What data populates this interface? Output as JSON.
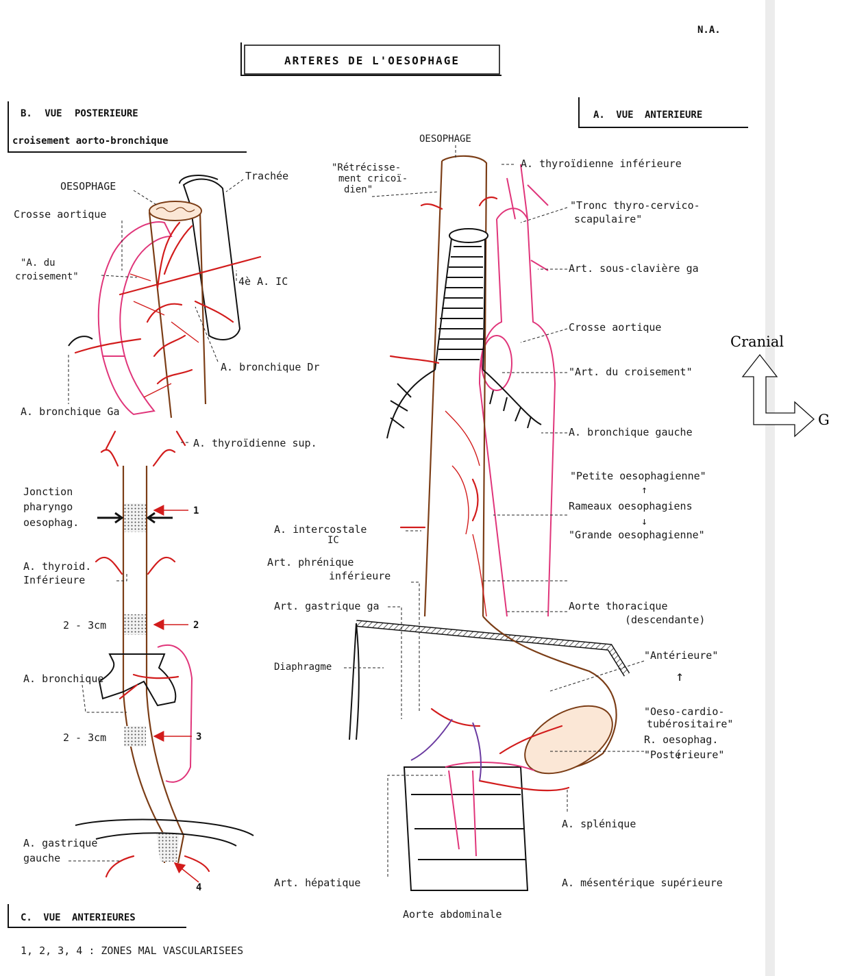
{
  "header": {
    "author": "N.A.",
    "title": "ARTERES DE L'OESOPHAGE"
  },
  "panel_b": {
    "heading": "B. VUE POSTERIEURE",
    "subheading": "croisement aorto-bronchique",
    "labels": {
      "oesophage": "OESOPHAGE",
      "trachee": "Trachée",
      "crosse": "Crosse aortique",
      "croisement_1": "\"A. du",
      "croisement_2": "croisement\"",
      "ic": "4è A. IC",
      "bronch_dr": "A. bronchique Dr",
      "bronch_ga": "A. bronchique Ga"
    }
  },
  "panel_a": {
    "heading": "A. VUE ANTERIEURE",
    "labels": {
      "oesophage": "OESOPHAGE",
      "retrec_1": "\"Rétrécisse-",
      "retrec_2": "ment cricoï-",
      "retrec_3": "dien\"",
      "thyr_inf": "A. thyroïdienne inférieure",
      "tronc_1": "\"Tronc thyro-cervico-",
      "tronc_2": "scapulaire\"",
      "sous_clav": "Art. sous-clavière ga",
      "crosse": "Crosse aortique",
      "croisement": "\"Art. du croisement\"",
      "bronch_g": "A. bronchique gauche",
      "petite": "\"Petite oesophagienne\"",
      "rameaux": "Rameaux oesophagiens",
      "grande": "\"Grande oesophagienne\"",
      "intercost_1": "A. intercostale",
      "intercost_2": "IC",
      "phren_1": "Art. phrénique",
      "phren_2": "inférieure",
      "gastr_ga": "Art. gastrique ga",
      "aorte_1": "Aorte thoracique",
      "aorte_2": "(descendante)",
      "diaphragme": "Diaphragme",
      "anterieure": "\"Antérieure\"",
      "oeso_1": "\"Oeso-cardio-",
      "oeso_2": "tubérositaire\"",
      "r_oesoph": "R. oesophag.",
      "posterieure": "\"Postérieure\"",
      "splenique": "A. splénique",
      "hepatique": "Art. hépatique",
      "mesenterique": "A. mésentérique supérieure",
      "abdominale": "Aorte abdominale"
    }
  },
  "panel_c": {
    "heading": "C. VUE ANTERIEURES",
    "legend": "1, 2, 3, 4 :  ZONES MAL VASCULARISEES",
    "labels": {
      "thyr_sup": "A. thyroïdienne sup.",
      "jonction_1": "Jonction",
      "jonction_2": "pharyngo",
      "jonction_3": "oesophag.",
      "thyroid_1": "A. thyroid.",
      "thyroid_2": "Inférieure",
      "dist_1": "2 - 3cm",
      "bronchique": "A. bronchique",
      "dist_2": "2 - 3cm",
      "gastr_1": "A. gastrique",
      "gastr_2": "gauche",
      "z1": "1",
      "z2": "2",
      "z3": "3",
      "z4": "4"
    }
  },
  "orientation": {
    "cranial": "Cranial",
    "left": "G"
  }
}
